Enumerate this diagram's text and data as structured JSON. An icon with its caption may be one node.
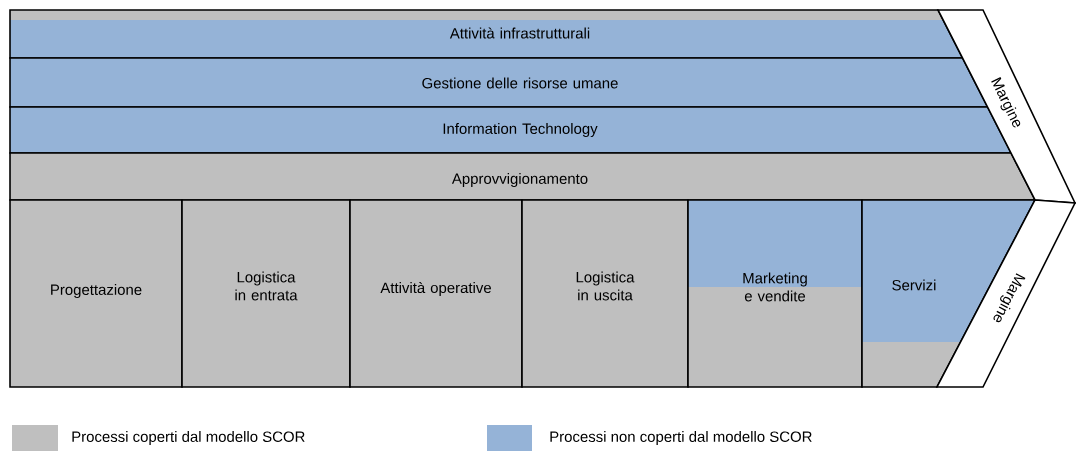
{
  "diagram": {
    "nodes": [
      {
        "text": [
          "Attività infrastrutturali"
        ]
      },
      {
        "text": [
          "Gestione delle risorse umane"
        ]
      },
      {
        "text": [
          "Information Technology"
        ]
      },
      {
        "text": [
          "Approvvigionamento"
        ]
      },
      {
        "text": [
          "Progettazione"
        ]
      },
      {
        "text": [
          "Logistica in entrata"
        ]
      },
      {
        "text": [
          "Attività operative"
        ]
      },
      {
        "text": [
          "Logistica in uscita"
        ]
      },
      {
        "text": [
          "Marketing e vendite"
        ]
      },
      {
        "text": [
          "Servizi"
        ]
      },
      {
        "text": [
          "Margine"
        ]
      },
      {
        "text": [
          "Margine"
        ]
      }
    ],
    "legend": [
      {
        "text": "Processi coperti dal modello SCOR",
        "color": "#bfbfbf"
      },
      {
        "text": "Processi non coperti dal modello SCOR",
        "color": "#95b3d7"
      }
    ]
  }
}
